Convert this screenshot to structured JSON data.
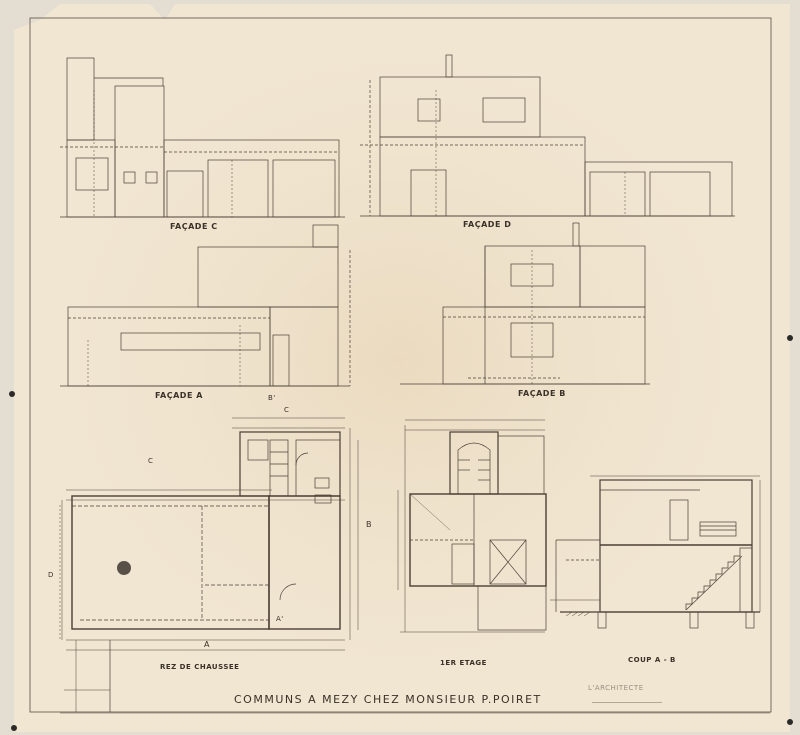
{
  "sheet": {
    "title": "COMMUNS A MEZY  CHEZ MONSIEUR  P.POIRET",
    "stamp": "L'ARCHITECTE",
    "colors": {
      "paper": "#f2e8d6",
      "ink": "#3a3128",
      "faint": "#9b8e7c"
    }
  },
  "views": {
    "facade_c": "FAÇADE C",
    "facade_d": "FAÇADE D",
    "facade_a": "FAÇADE A",
    "facade_b": "FAÇADE B",
    "rez": "REZ DE CHAUSSEE",
    "etage": "1ER ETAGE",
    "coupe": "COUP A - B"
  },
  "markers": {
    "a": "A",
    "a2": "A'",
    "b": "B",
    "b2": "B'",
    "c": "C",
    "d": "D"
  }
}
